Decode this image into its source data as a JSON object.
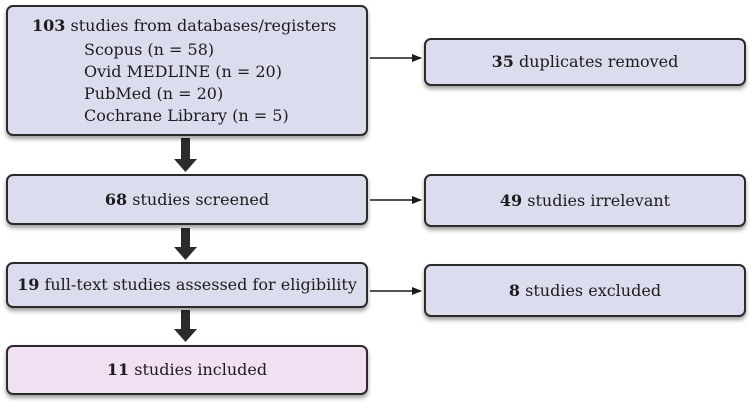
{
  "identification": {
    "count": "103",
    "label": "studies from databases/registers",
    "sources": [
      "Scopus (n = 58)",
      "Ovid MEDLINE (n = 20)",
      "PubMed (n = 20)",
      "Cochrane Library (n = 5)"
    ]
  },
  "duplicates": {
    "count": "35",
    "label": "duplicates removed"
  },
  "screening": {
    "count": "68",
    "label": "studies screened"
  },
  "irrelevant": {
    "count": "49",
    "label": "studies irrelevant"
  },
  "eligibility": {
    "count": "19",
    "label": "full-text studies assessed for eligibility"
  },
  "excluded": {
    "count": "8",
    "label": "studies excluded"
  },
  "included": {
    "count": "11",
    "label": "studies included"
  },
  "colors": {
    "box_fill": "#dcdcef",
    "included_fill": "#f1dff2",
    "border": "#2b2b2b"
  }
}
